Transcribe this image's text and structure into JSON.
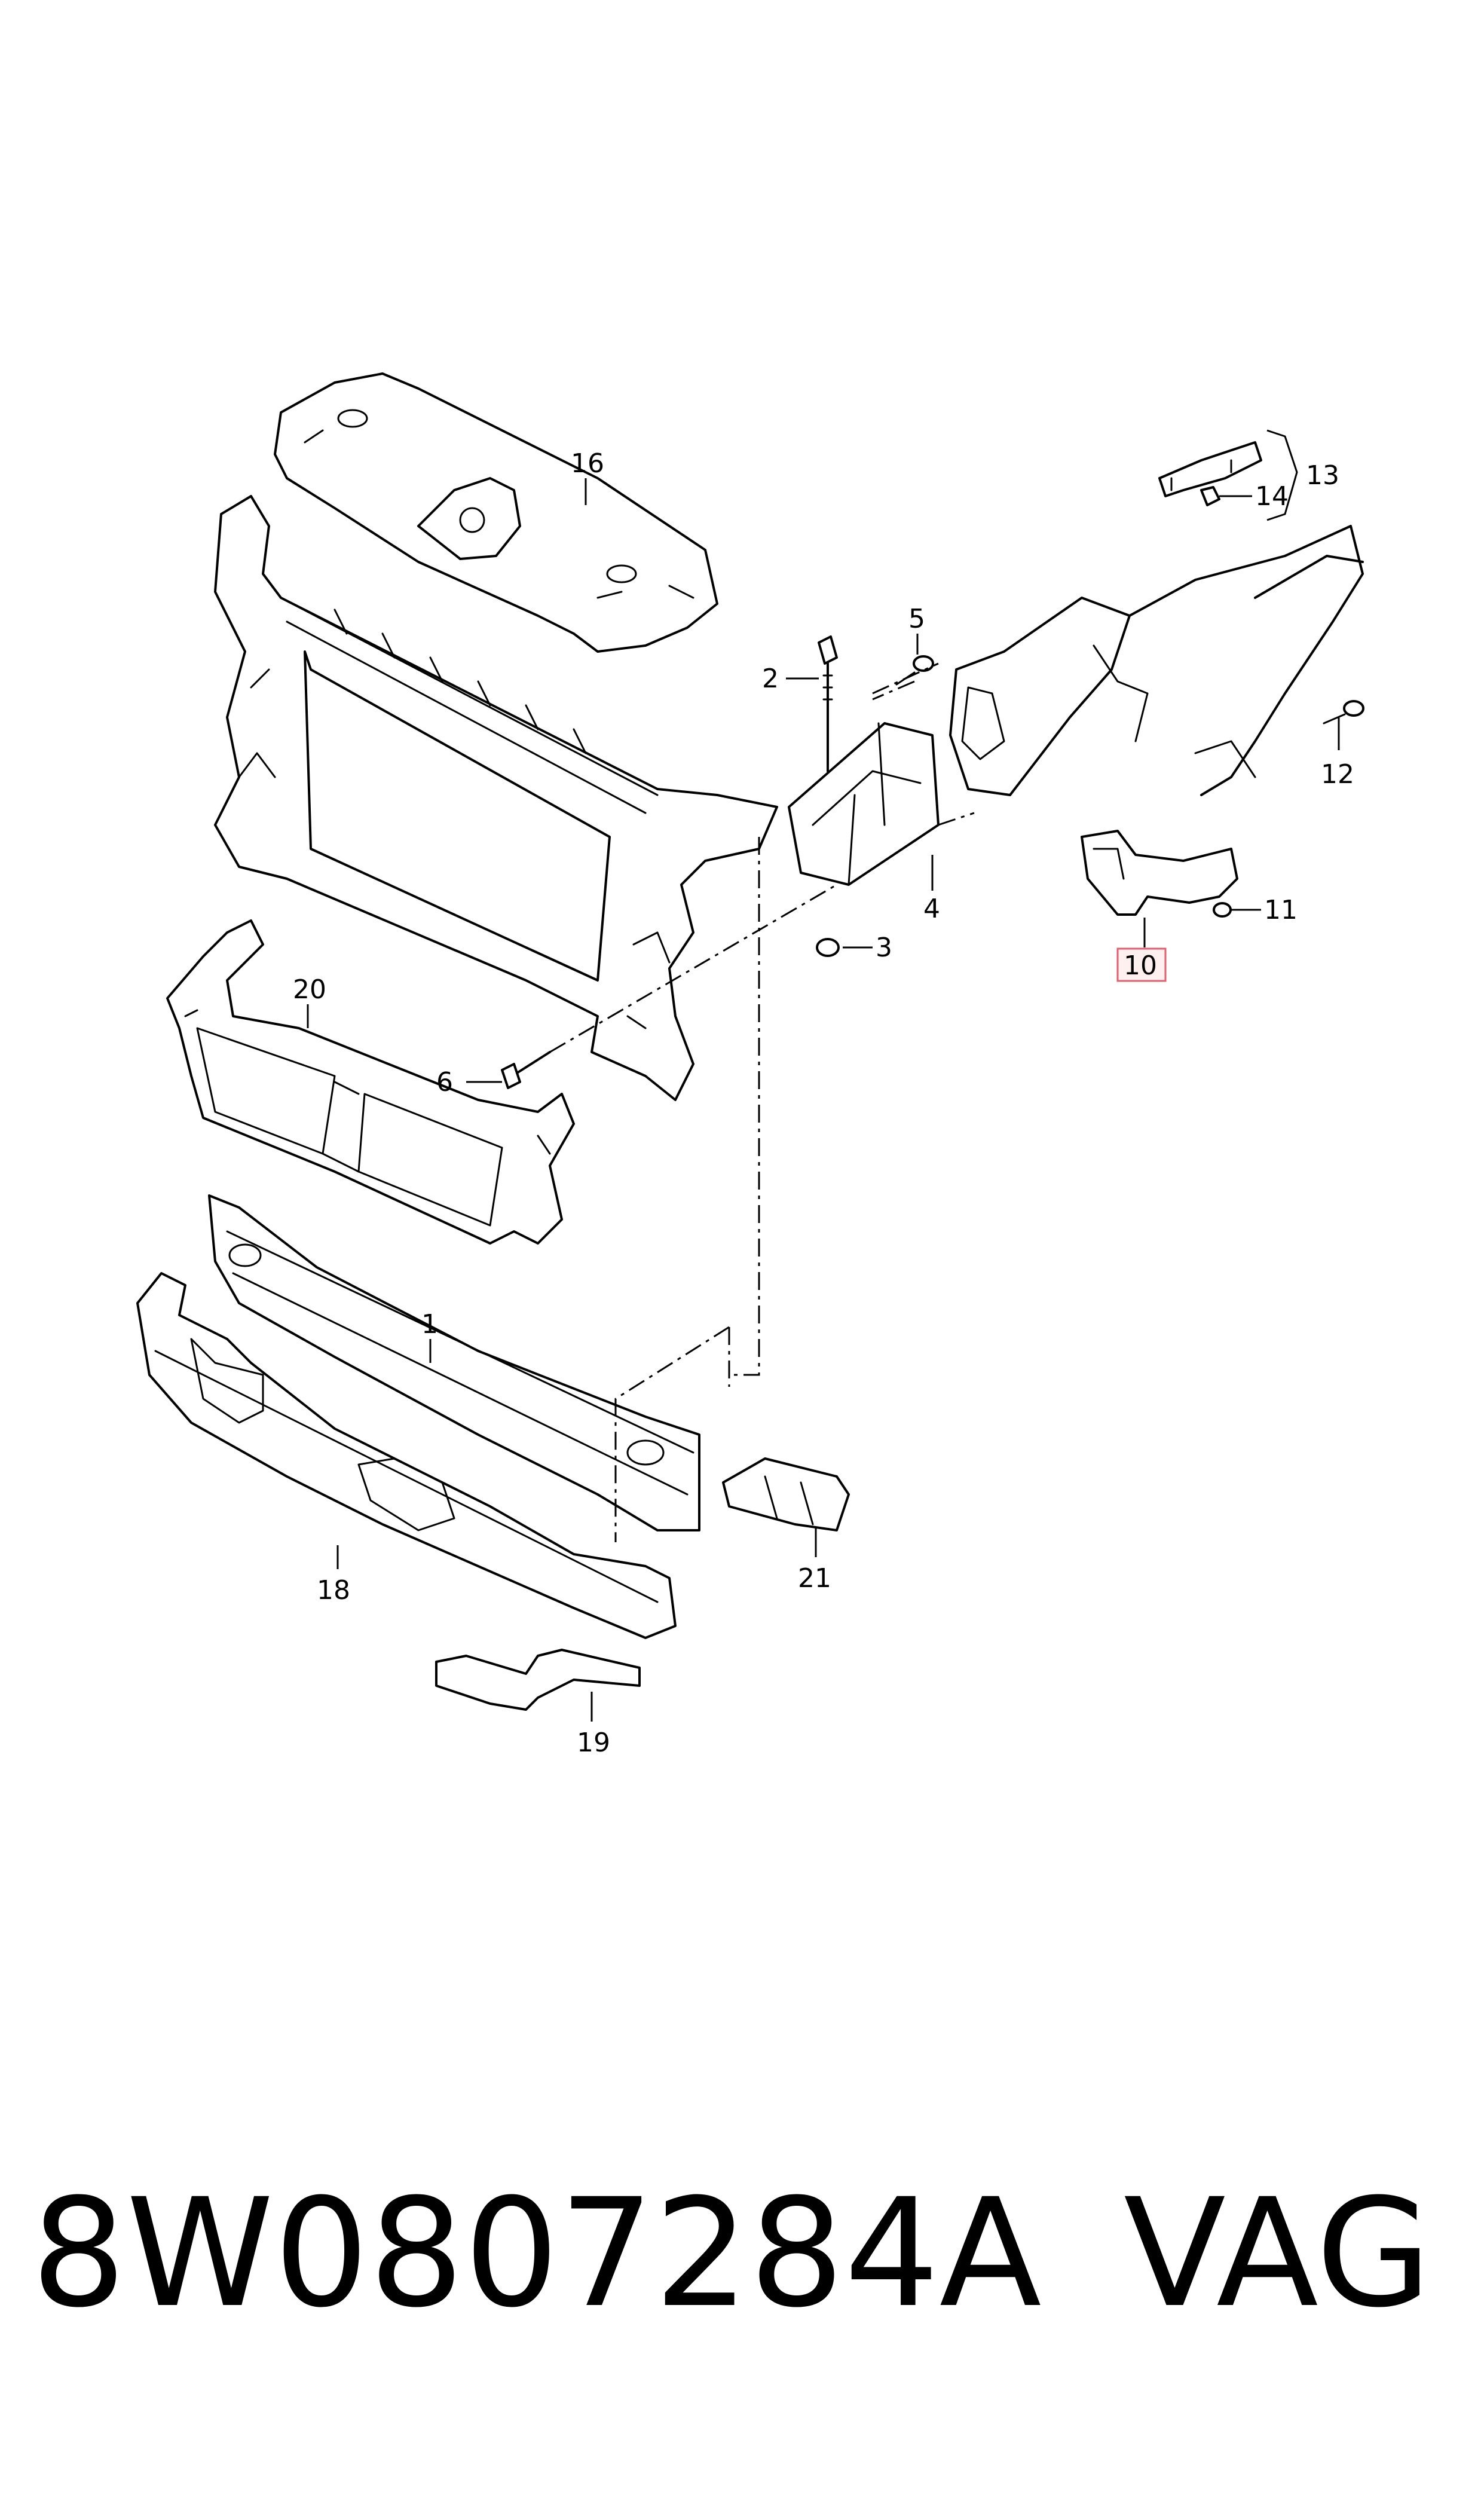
{
  "callouts": {
    "c1": "1",
    "c2": "2",
    "c3": "3",
    "c4": "4",
    "c5": "5",
    "c6": "6",
    "c10": "10",
    "c11": "11",
    "c12": "12",
    "c13": "13",
    "c14": "14",
    "c16": "16",
    "c18": "18",
    "c19": "19",
    "c20": "20",
    "c21": "21"
  },
  "footer": {
    "part_number": "8W0807284A",
    "brand": "VAG"
  },
  "colors": {
    "highlight_border": "#e06070",
    "highlight_fill": "#fff0f0",
    "line": "#000000"
  }
}
